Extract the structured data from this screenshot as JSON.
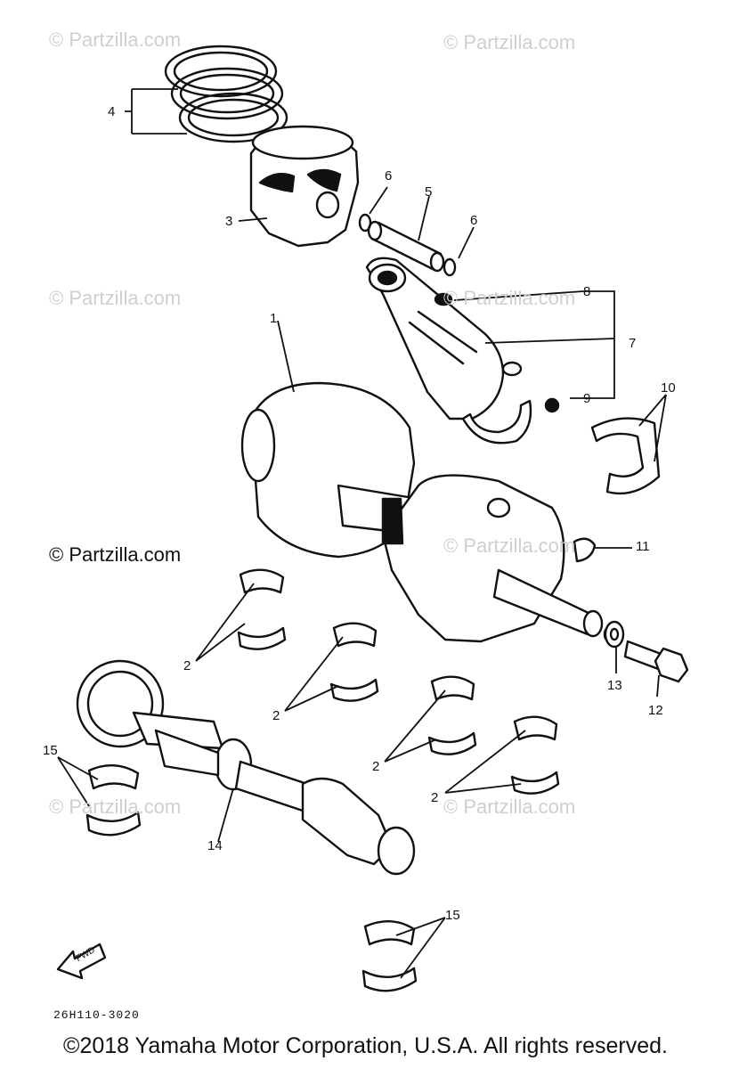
{
  "watermarks": [
    "© Partzilla.com",
    "© Partzilla.com",
    "© Partzilla.com",
    "© Partzilla.com",
    "© Partzilla.com",
    "© Partzilla.com",
    "© Partzilla.com",
    "© Partzilla.com"
  ],
  "callouts": [
    "1",
    "2",
    "2",
    "2",
    "2",
    "3",
    "4",
    "5",
    "6",
    "6",
    "7",
    "8",
    "9",
    "10",
    "11",
    "12",
    "13",
    "14",
    "15",
    "15"
  ],
  "diagram_code": "26H110-3020",
  "fwd_label": "FWD",
  "copyright": "©2018 Yamaha Motor Corporation, U.S.A. All rights reserved.",
  "colors": {
    "ink": "#111111",
    "watermark": "#cfcfcf",
    "background": "#ffffff"
  }
}
